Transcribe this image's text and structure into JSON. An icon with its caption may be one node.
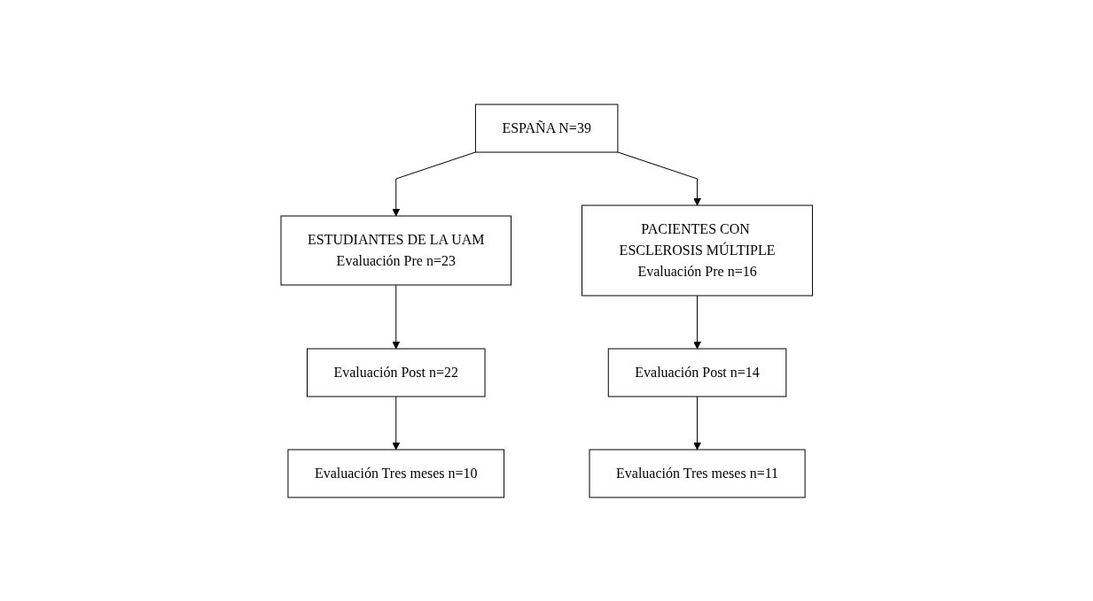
{
  "diagram": {
    "nodes": [
      {
        "text": [
          "ESPAÑA N=39"
        ]
      },
      {
        "text": [
          "ESTUDIANTES DE LA UAM",
          "Evaluación Pre n=23"
        ]
      },
      {
        "text": [
          "PACIENTES CON ESCLEROSIS MÚLTIPLE",
          "Evaluación Pre n=16"
        ]
      },
      {
        "text": [
          "Evaluación Post n=22"
        ]
      },
      {
        "text": [
          "Evaluación Post n=14"
        ]
      },
      {
        "text": [
          "Evaluación Tres meses n=10"
        ]
      },
      {
        "text": [
          "Evaluación Tres meses n=11"
        ]
      }
    ],
    "edges": [
      {
        "from": 0,
        "to": 1,
        "arrow": "to"
      },
      {
        "from": 0,
        "to": 2,
        "arrow": "to"
      },
      {
        "from": 1,
        "to": 3,
        "arrow": "to"
      },
      {
        "from": 2,
        "to": 4,
        "arrow": "to"
      },
      {
        "from": 3,
        "to": 5,
        "arrow": "to"
      },
      {
        "from": 4,
        "to": 6,
        "arrow": "to"
      }
    ]
  }
}
